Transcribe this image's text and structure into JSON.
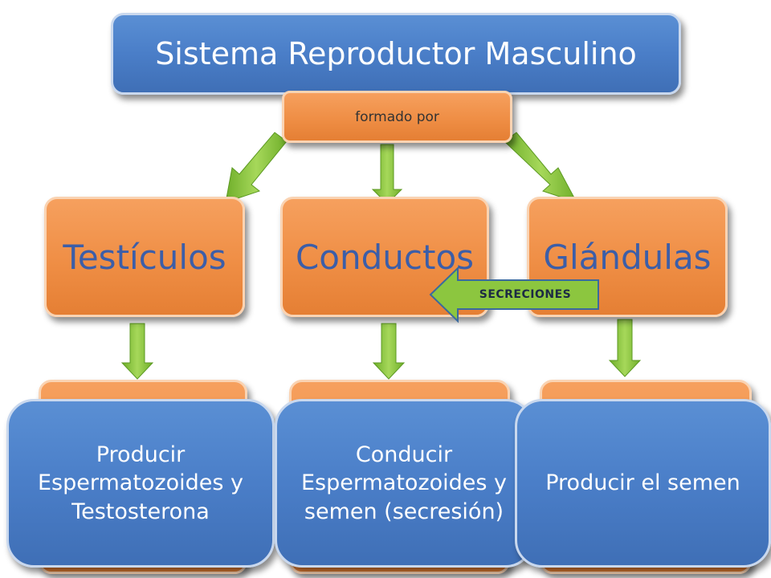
{
  "title": "Sistema Reproductor Masculino",
  "connector": "formado por",
  "parts": [
    {
      "label": "Testículos",
      "function": "Producir Espermatozoides y Testosterona"
    },
    {
      "label": "Conductos",
      "function": "Conducir Espermatozoides y semen (secresión)"
    },
    {
      "label": "Glándulas",
      "function": "Producir el semen"
    }
  ],
  "side_arrow_label": "SECRECIONES",
  "colors": {
    "blue": "#4a7ec8",
    "orange": "#ef8e45",
    "arrow_green": "#8cc63f",
    "mid_text": "#3c5ea8"
  }
}
